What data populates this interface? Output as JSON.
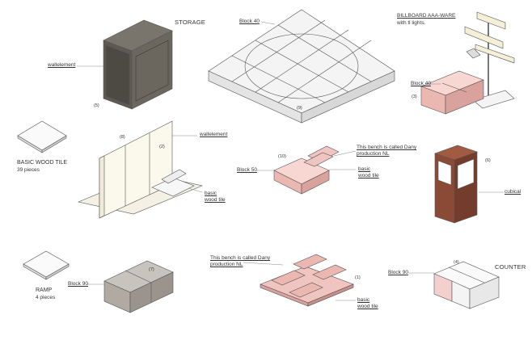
{
  "labels": {
    "storage": "STORAGE",
    "wallelement_1": "wallelement",
    "wallelement_2": "wallelement",
    "block40_top": "Block 40",
    "billboard_title": "BILLBOARD AAA-WARE",
    "billboard_sub": "with tl lights.",
    "block40_right": "Block 40",
    "basic_wood_tile": "BASIC WOOD TILE",
    "pieces_39": "39 pieces",
    "bench_top_1": "This bench is called Dany",
    "bench_top_2": "production NL",
    "block50": "Block 50",
    "basic_1": "basic",
    "wood_tile_1": "wood tile",
    "basic_2": "basic",
    "wood_tile_2": "wood tile",
    "cubical": "cubical",
    "ramp": "RAMP",
    "pieces_4": "4 pieces",
    "block90_left": "Block 90",
    "bench_bottom_1": "This bench is called Dany",
    "bench_bottom_2": "production NL",
    "basic_3": "basic",
    "wood_tile_3": "wood tile",
    "block90_right": "Block 90",
    "counter": "COUNTER"
  },
  "numbers": {
    "n5": "(5)",
    "n9": "(9)",
    "n3": "(3)",
    "n8": "(8)",
    "n2": "(2)",
    "n10": "(10)",
    "n6": "(6)",
    "n7": "(7)",
    "n1": "(1)",
    "n4": "(4)"
  },
  "colors": {
    "storage": "#5e5a52",
    "pink": "#f0c4c0",
    "pink_dark": "#d9a29c",
    "cubical": "#8a4a36",
    "grey_block": "#b8b2ab",
    "cream": "#fbf8ec",
    "floor": "#f3f3f3"
  }
}
